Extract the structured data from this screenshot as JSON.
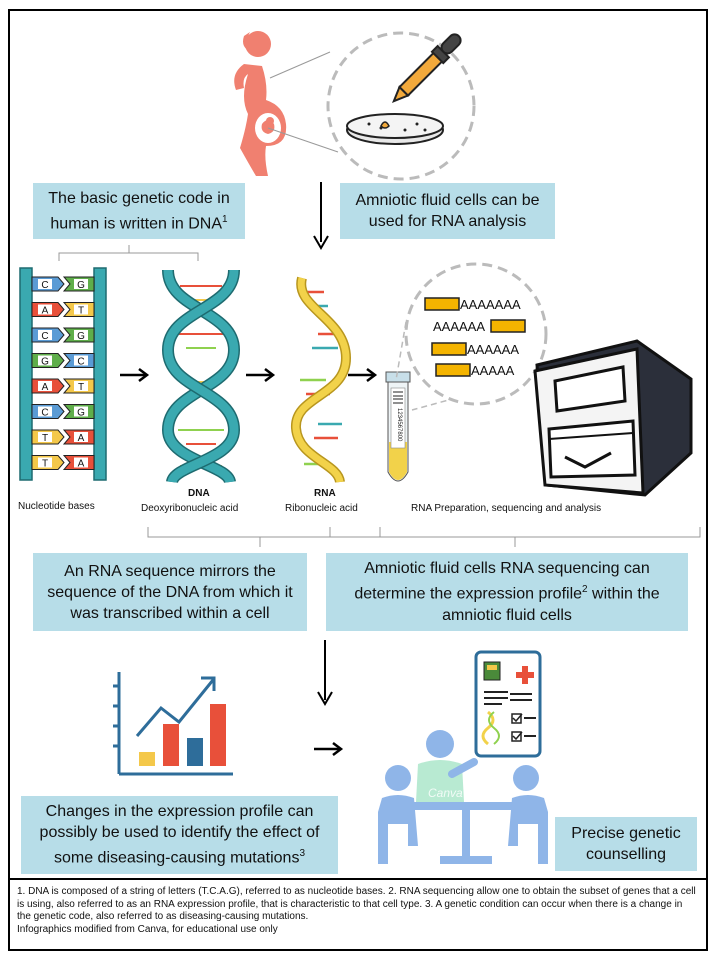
{
  "boxes": {
    "dna_code": "The basic genetic code in human is written in DNA",
    "dna_code_sup": "1",
    "amniotic_rna": "Amniotic fluid cells can be used for RNA analysis",
    "rna_mirrors": "An RNA sequence mirrors the sequence of the DNA from which it was transcribed within a cell",
    "expression_profile_a": "Amniotic fluid cells RNA sequencing can determine the expression profile",
    "expression_profile_sup": "2",
    "expression_profile_b": " within the amniotic fluid cells",
    "changes": "Changes in the expression profile can possibly be used to identify the effect of some diseasing-causing mutations",
    "changes_sup": "3",
    "counselling": "Precise genetic counselling"
  },
  "labels": {
    "nucleotide_bases": "Nucleotide bases",
    "dna": "DNA",
    "dna_full": "Deoxyribonucleic acid",
    "rna": "RNA",
    "rna_full": "Ribonucleic acid",
    "rna_prep": "RNA Preparation, sequencing and analysis"
  },
  "base_pairs": [
    [
      "C",
      "G"
    ],
    [
      "A",
      "T"
    ],
    [
      "C",
      "G"
    ],
    [
      "G",
      "C"
    ],
    [
      "A",
      "T"
    ],
    [
      "C",
      "G"
    ],
    [
      "T",
      "A"
    ],
    [
      "T",
      "A"
    ]
  ],
  "sequences": [
    "AAAAAAA",
    "AAAAAA",
    "AAAAAA",
    "AAAAA"
  ],
  "tube_code": "1234567800",
  "watermark": "Canva",
  "footer": {
    "line1": "1. DNA is composed of a string of letters (T.C.A.G), referred to as nucleotide bases. 2. RNA sequencing allow one to obtain the subset of genes that a cell is using, also referred to as an RNA expression profile, that is characteristic to that cell type. 3. A genetic condition can occur when there is a change in the genetic code, also referred to as diseasing-causing mutations.",
    "line2": "Infographics modified from Canva, for educational use only"
  },
  "colors": {
    "box_fill": "#b7dde8",
    "pregnant": "#f08070",
    "dna_teal": "#3aa9b0",
    "rna_yellow": "#f2d24a",
    "seq_bar": "#f4b400",
    "chart_blue": "#2e6d9a",
    "chart_red": "#e8503a",
    "chart_yellow": "#f4c84a",
    "people_blue": "#8fb5e8",
    "people_green": "#b8ead2"
  }
}
